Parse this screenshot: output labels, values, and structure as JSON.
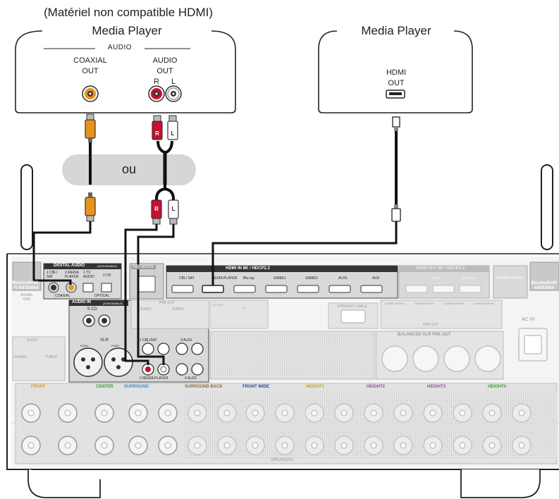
{
  "note_top": "(Matériel non compatible HDMI)",
  "left_device": {
    "title": "Media Player",
    "group_label": "AUDIO",
    "coaxial_label": "COAXIAL",
    "coaxial_out": "OUT",
    "audio_label": "AUDIO",
    "audio_out": "OUT",
    "r_label": "R",
    "l_label": "L"
  },
  "right_device": {
    "title": "Media Player",
    "hdmi_label": "HDMI",
    "hdmi_out": "OUT"
  },
  "choice_label": "ou",
  "plug_r": "R",
  "plug_l": "L",
  "receiver": {
    "bt_left": "Bluetooth/Wi-Fi ANTENNA",
    "bt_right": "Bluetooth/Wi ANTENNA",
    "digital_audio": "DIGITAL AUDIO",
    "assignable": "(ASSIGNABLE)",
    "dig_1": "1 CBL/ SAT",
    "dig_2": "2 MEDIA PLAYER",
    "dig_3": "1 TV AUDIO",
    "dig_4": "2 CD",
    "coaxial": "COAXIAL",
    "optical": "OPTICAL",
    "network": "NETWORK",
    "hdmi_in_header": "HDMI  IN  8K / HDCP2.3",
    "hdmi_inputs": [
      "CBL/ SAT",
      "MEDIA PLAYER",
      "Blu-ray",
      "GAME1",
      "GAME2",
      "AUX1",
      "AUX"
    ],
    "hdmi_out_header": "HDMI  OUT  8K / HDCP2.3",
    "zone2_monitor": "ZONE2",
    "monitor": "MONITOR",
    "power_supply": "POWER SUPPLY",
    "signal_gnd": "SIGNAL GND",
    "audio_in": "AUDIO  IN",
    "assignable2": "(ASSIGNABLE)",
    "cd": "5 CD",
    "xlr": "XLR",
    "push": "PUSH",
    "cbl_sat_in": "1 CBL/SAT",
    "aux1_in": "3 AUX1",
    "aux2_in": "4 AUX2",
    "media_player_in": "2 MEDIA PLAYER",
    "phono": "PHONO",
    "tuner": "TUNER",
    "audio_sub": "AUDIO",
    "pre_out": "PRE  OUT",
    "zone2": "ZONE2",
    "zone3": "ZONE3",
    "dc_out": "DC OUT",
    "ir_in": "IR",
    "straight_cable": "STRAIGHT CABLE",
    "subwoofers": [
      "SUBWOOFER1",
      "SUBWOOFER2",
      "SUBWOOFER3",
      "SUBWOOFER4"
    ],
    "pre_out_2": "PRE  OUT",
    "balanced_xlr": "BALANCED XLR PRE  OUT",
    "ac_in": "AC IN",
    "speaker_labels": [
      "FRONT",
      "CENTER",
      "SURROUND",
      "SURROUND BACK",
      "FRONT WIDE",
      "HEIGHT1",
      "HEIGHT2",
      "HEIGHT3",
      "HEIGHT4"
    ],
    "speakers": "SPEAKERS"
  }
}
